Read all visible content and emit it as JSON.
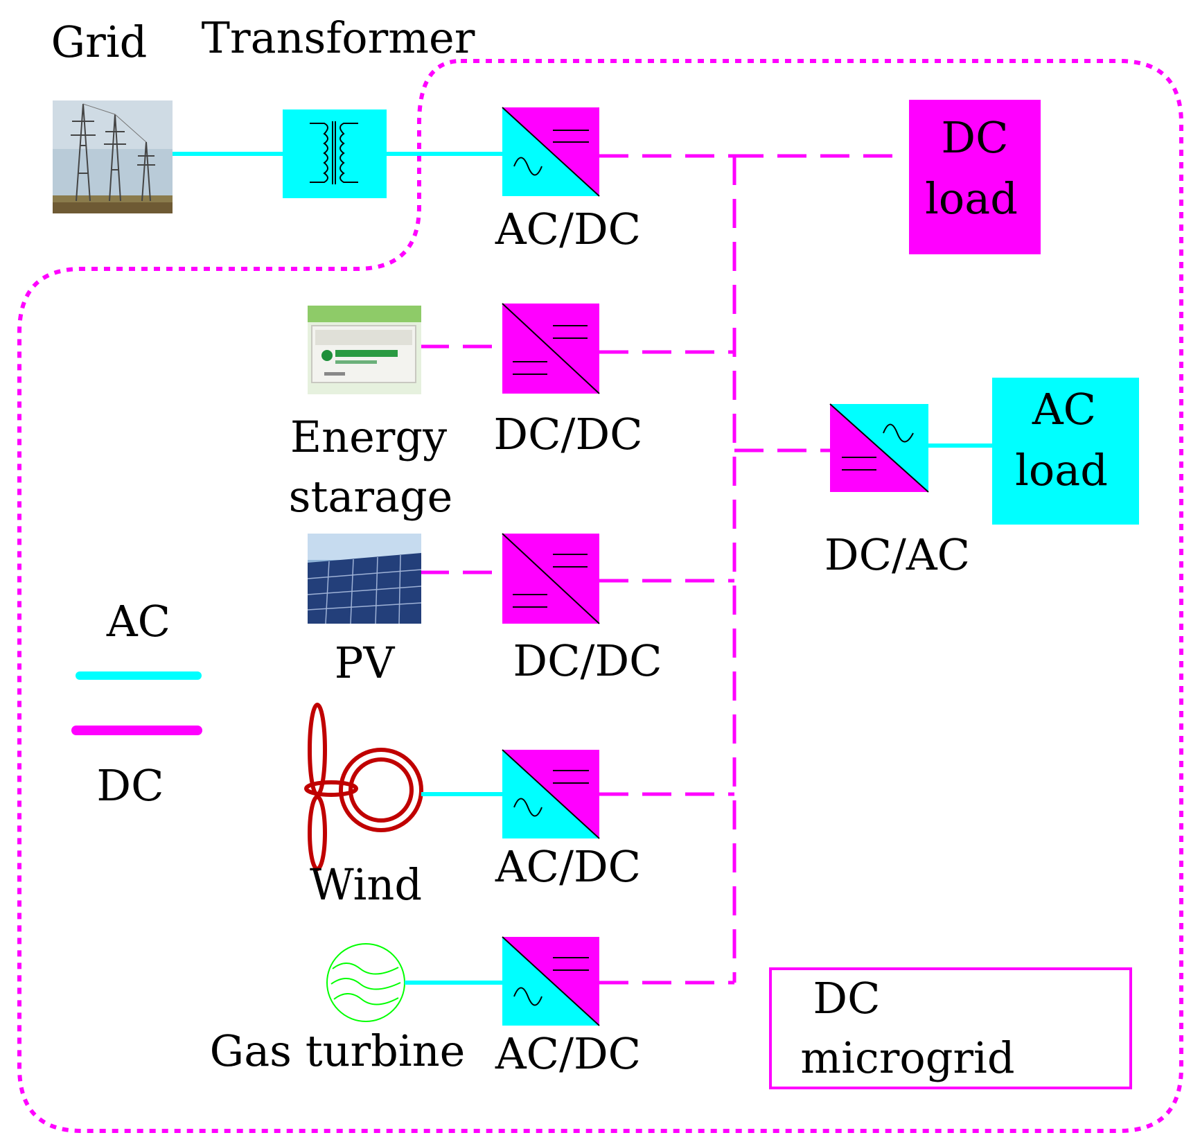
{
  "labels": {
    "grid": "Grid",
    "transformer": "Transformer",
    "acdc_top": "AC/DC",
    "dc_load_1": "DC",
    "dc_load_2": "load",
    "energy_1": "Energy",
    "energy_2": "starage",
    "dcdc_storage": "DC/DC",
    "ac_load_1": "AC",
    "ac_load_2": "load",
    "dcac": "DC/AC",
    "pv": "PV",
    "dcdc_pv": "DC/DC",
    "legend_ac": "AC",
    "legend_dc": "DC",
    "wind": "Wind",
    "acdc_wind": "AC/DC",
    "gas_turbine": "Gas turbine",
    "acdc_gas": "AC/DC",
    "microgrid_1": "DC",
    "microgrid_2": "microgrid"
  },
  "colors": {
    "ac": "#00ffff",
    "dc": "#ff00ff",
    "wind": "#c00000",
    "turbine": "#00ff00"
  }
}
